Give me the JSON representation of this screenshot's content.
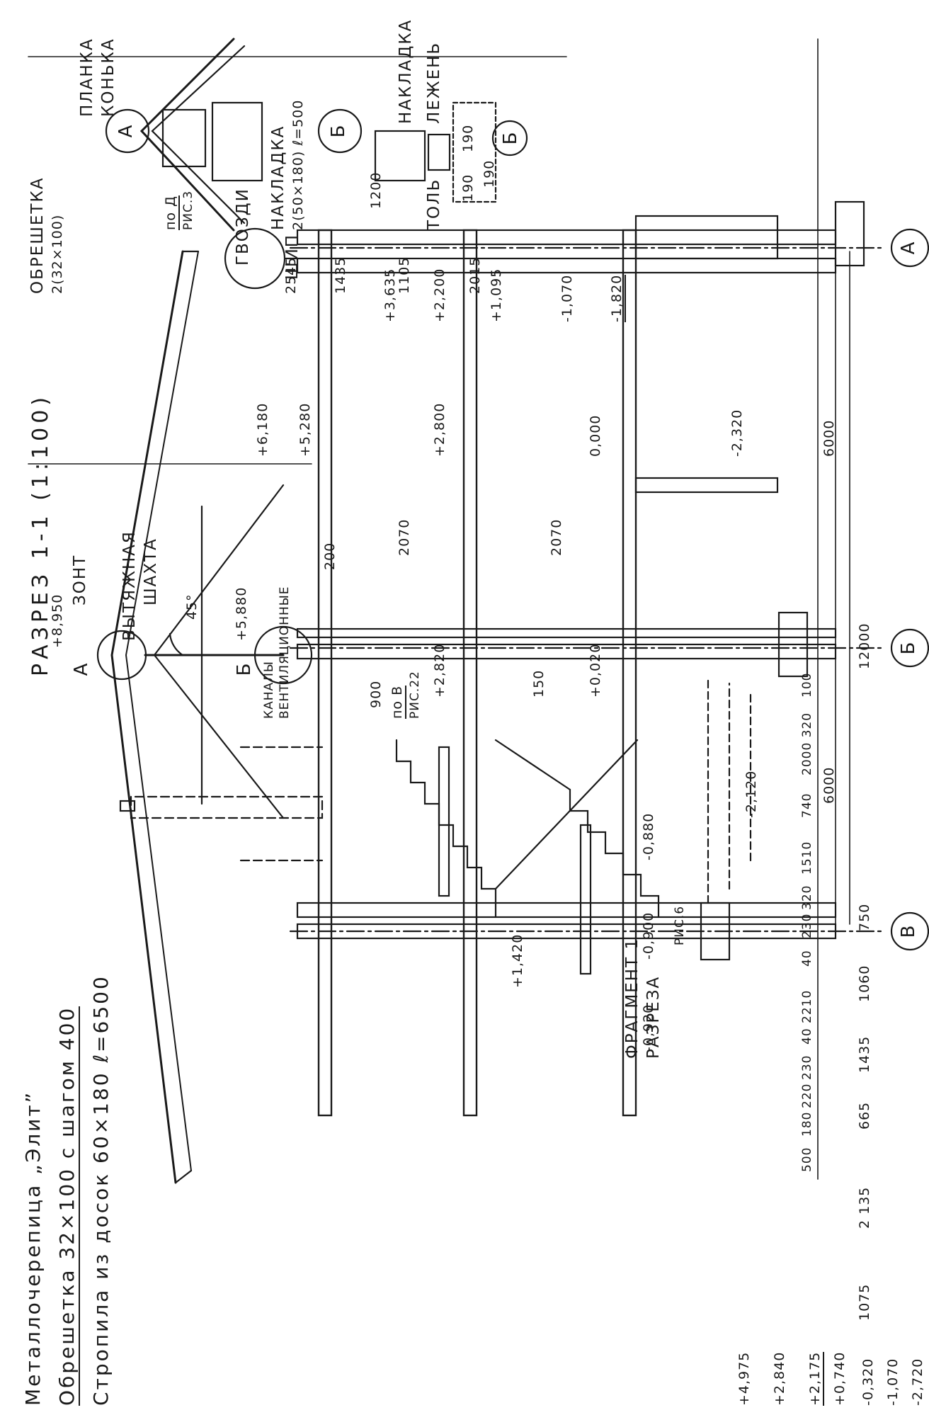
{
  "title": "РАЗРЕЗ 1-1 (1:100)",
  "notes": {
    "roof_material": "Металлочерепица „Элит”",
    "sheathing": "Обрешетка 32×100 с шагом 400",
    "rafters": "Стропила из досок 60×180 ℓ=6500"
  },
  "callouts": {
    "hood": "ЗОНТ",
    "exhaust_shaft_1": "ВЫТЯЖНАЯ",
    "exhaust_shaft_2": "ШАХТА",
    "vent_channels_1": "КАНАЛЫ",
    "vent_channels_2": "ВЕНТИЛЯЦИОННЫЕ",
    "fragment_1": "ФРАГМЕНТ 1",
    "fragment_2": "РАЗРЕЗА",
    "fragment_3": "РИС.6",
    "ref_d_1": "по Д",
    "ref_d_2": "РИС.3",
    "ref_v_1": "по В",
    "ref_v_2": "РИС.22",
    "angle": "45°"
  },
  "node_a": {
    "letter": "А",
    "ridge_board_1": "ПЛАНКА",
    "ridge_board_2": "КОНЬКА",
    "plate_1": "НАКЛАДКА",
    "plate_2": "2(50×180) ℓ=500",
    "sheathing_1": "ОБРЕШЕТКА",
    "sheathing_2": "2(32×100)",
    "nails": "ГВОЗДИ",
    "tenon": "ШИП"
  },
  "node_b": {
    "letter": "Б",
    "plate": "НАКЛАДКА",
    "beam": "ЛЕЖЕНЬ",
    "roofing_felt": "ТОЛЬ",
    "dim_1": "190",
    "dim_2": "190",
    "dim_3": "190",
    "axis": "Б"
  },
  "axes": [
    "А",
    "Б",
    "В"
  ],
  "node_marks": {
    "a": "А",
    "b": "Б"
  },
  "elevations": {
    "ridge": "+8,950",
    "node_b": "+5,880",
    "rafter_support": "+6,180",
    "attic_floor": "+5,280",
    "second_floor": "+2,800",
    "ground_floor": "0,000",
    "basement": "-2,320",
    "mid_landing": "+2,820",
    "landing_low": "+0,020",
    "landing_high": "+1,420",
    "ground_b": "-0,880",
    "ground_c": "-0,900",
    "ground_d": "-0,920",
    "foundation_bot": "-2,120",
    "right_1": "+3,635",
    "right_2": "+2,200",
    "right_3": "+1,095",
    "right_4": "-1,070",
    "right_5": "-1,820",
    "left_1": "+4,975",
    "left_2": "+2,840",
    "left_3": "+2,175",
    "left_4": "+0,740",
    "left_5": "-0,320",
    "left_6": "-1,070",
    "left_7": "-2,720"
  },
  "dimensions": {
    "span_ab": "6000",
    "span_bv": "6000",
    "total": "12000",
    "stair_2070_a": "2070",
    "stair_2070_b": "2070",
    "d200": "200",
    "d900": "900",
    "d1200": "1200",
    "d150": "150",
    "right_chain": [
      "2545",
      "1435",
      "1105",
      "2015"
    ],
    "left_chain": [
      "1075",
      "2 135",
      "665",
      "1435",
      "1060",
      "750"
    ],
    "vertical_chain": [
      "500",
      "180",
      "220",
      "230",
      "40 2210",
      "40",
      "230",
      "320",
      "1510",
      "740",
      "2000 320",
      "100"
    ]
  }
}
